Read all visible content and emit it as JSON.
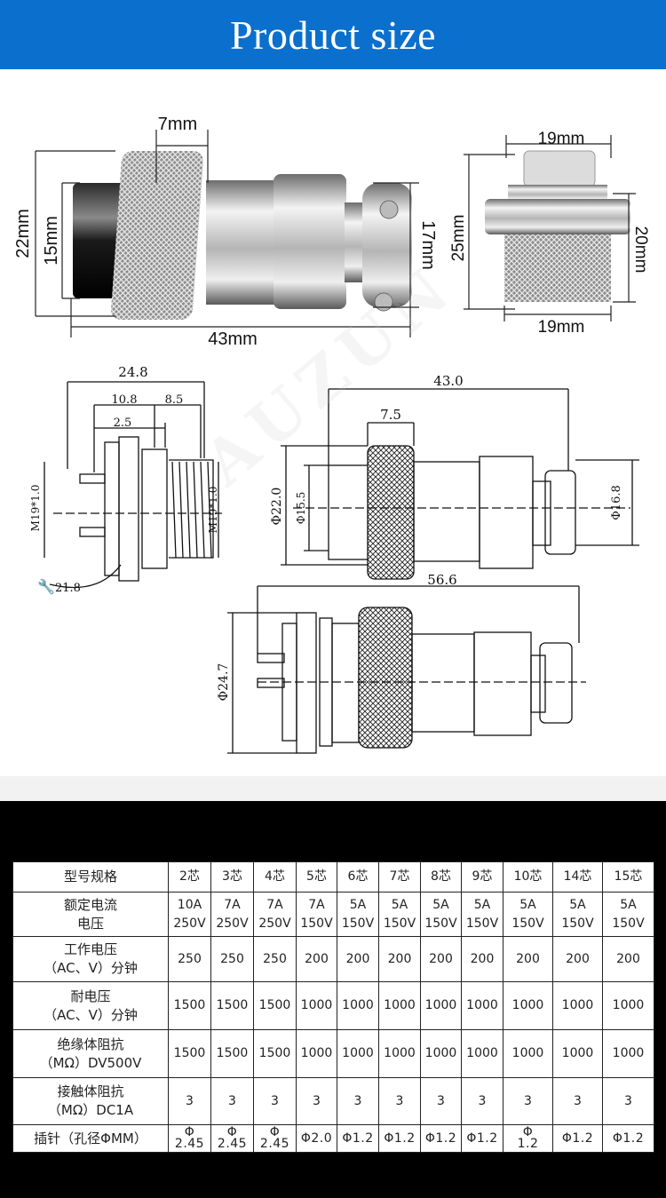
{
  "banner": {
    "title": "Product size",
    "color": "#0b6fcd"
  },
  "photo_dims": {
    "plug": {
      "top": "7mm",
      "left_outer": "22mm",
      "left_inner": "15mm",
      "right": "17mm",
      "bottom": "43mm"
    },
    "socket": {
      "top": "19mm",
      "left": "25mm",
      "right": "20mm",
      "bottom": "19mm"
    }
  },
  "drawing_dims": {
    "socket": {
      "total": "24.8",
      "a": "10.8",
      "b": "8.5",
      "c": "2.5",
      "thread_left": "M19*1.0",
      "thread_right": "M19*1.0",
      "wrench": "21.8"
    },
    "plug": {
      "total": "43.0",
      "knurl": "7.5",
      "dia_outer": "Φ22.0",
      "dia_inner": "Φ15.5",
      "dia_right": "Φ16.8"
    },
    "assembly": {
      "total": "56.6",
      "dia": "Φ24.7"
    }
  },
  "watermark": "AUZUN",
  "table": {
    "header": [
      "型号规格",
      "2芯",
      "3芯",
      "4芯",
      "5芯",
      "6芯",
      "7芯",
      "8芯",
      "9芯",
      "10芯",
      "14芯",
      "15芯"
    ],
    "rows": [
      {
        "label": [
          "额定电流",
          "电压"
        ],
        "cells": [
          [
            "10A",
            "250V"
          ],
          [
            "7A",
            "250V"
          ],
          [
            "7A",
            "250V"
          ],
          [
            "7A",
            "150V"
          ],
          [
            "5A",
            "150V"
          ],
          [
            "5A",
            "150V"
          ],
          [
            "5A",
            "150V"
          ],
          [
            "5A",
            "150V"
          ],
          [
            "5A",
            "150V"
          ],
          [
            "5A",
            "150V"
          ],
          [
            "5A",
            "150V"
          ]
        ]
      },
      {
        "label": [
          "工作电压",
          "（AC、V）分钟"
        ],
        "cells": [
          "250",
          "250",
          "250",
          "200",
          "200",
          "200",
          "200",
          "200",
          "200",
          "200",
          "200"
        ]
      },
      {
        "label": [
          "耐电压",
          "（AC、V）分钟"
        ],
        "cells": [
          "1500",
          "1500",
          "1500",
          "1000",
          "1000",
          "1000",
          "1000",
          "1000",
          "1000",
          "1000",
          "1000"
        ]
      },
      {
        "label": [
          "绝缘体阻抗",
          "（MΩ）DV500V"
        ],
        "cells": [
          "1500",
          "1500",
          "1500",
          "1000",
          "1000",
          "1000",
          "1000",
          "1000",
          "1000",
          "1000",
          "1000"
        ]
      },
      {
        "label": [
          "接触体阻抗",
          "（MΩ）DC1A"
        ],
        "cells": [
          "3",
          "3",
          "3",
          "3",
          "3",
          "3",
          "3",
          "3",
          "3",
          "3",
          "3"
        ]
      },
      {
        "label": [
          "插针（孔径ΦMM）"
        ],
        "cells": [
          [
            "Φ",
            "2.45"
          ],
          [
            "Φ",
            "2.45"
          ],
          [
            "Φ",
            "2.45"
          ],
          "Φ2.0",
          "Φ1.2",
          "Φ1.2",
          "Φ1.2",
          "Φ1.2",
          [
            "Φ",
            "1.2"
          ],
          "Φ1.2",
          "Φ1.2"
        ]
      }
    ]
  }
}
